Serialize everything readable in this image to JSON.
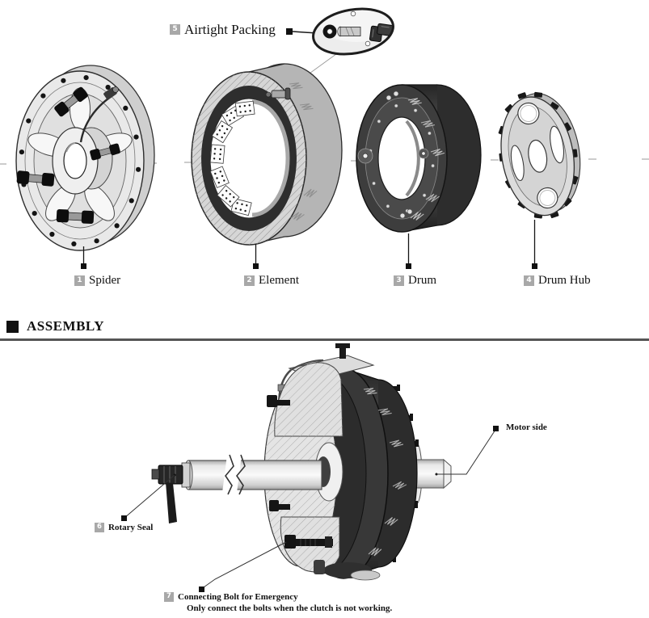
{
  "exploded_view": {
    "callout": {
      "number": "5",
      "label": "Airtight Packing"
    },
    "parts": [
      {
        "number": "1",
        "label": "Spider"
      },
      {
        "number": "2",
        "label": "Element"
      },
      {
        "number": "3",
        "label": "Drum"
      },
      {
        "number": "4",
        "label": "Drum Hub"
      }
    ]
  },
  "section": {
    "title": "ASSEMBLY"
  },
  "assembly_view": {
    "labels": {
      "rotary_seal": {
        "number": "6",
        "label": "Rotary Seal"
      },
      "motor_side": {
        "label": "Motor side"
      },
      "connecting_bolt": {
        "number": "7",
        "label": "Connecting Bolt for Emergency",
        "note": "Only connect the bolts when the clutch is not working."
      }
    }
  },
  "colors": {
    "ink": "#1a1a1a",
    "badge_bg": "#a8a8a8",
    "badge_text": "#ffffff",
    "rule": "#555555",
    "part_light": "#e6e6e6",
    "part_dark": "#2f2f2f"
  }
}
